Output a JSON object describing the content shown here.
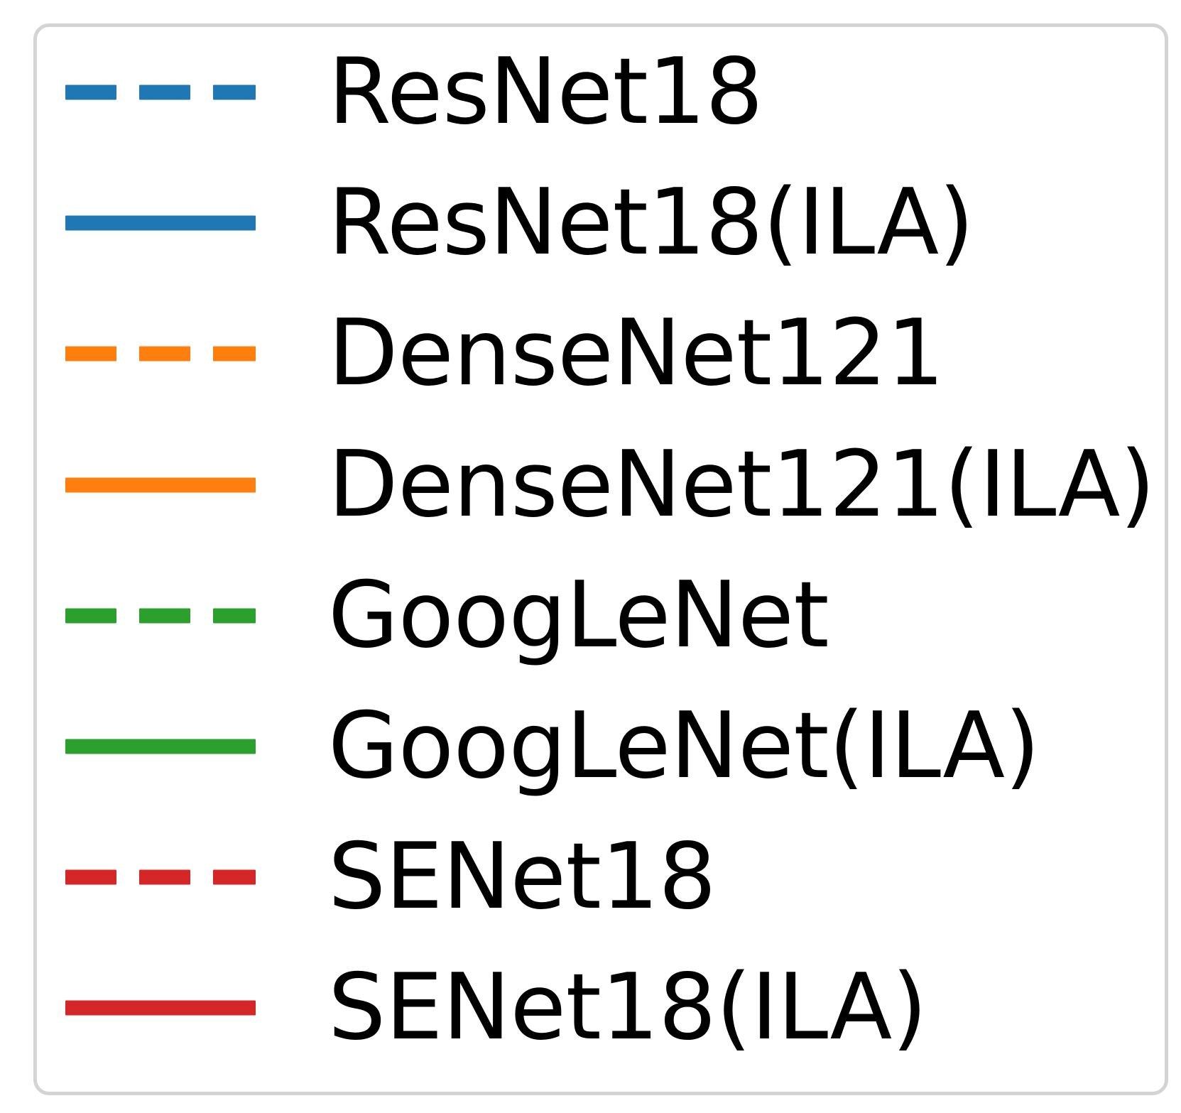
{
  "chart_data": {
    "type": "line",
    "title": "",
    "subtitle": "",
    "xlabel": "",
    "ylabel": "",
    "grid": false,
    "legend_position": "center",
    "note": "Standalone legend panel only; no plotted data points are visible in the image.",
    "legend_entries": [
      {
        "label": "ResNet18",
        "color": "#1f77b4",
        "linestyle": "dashed"
      },
      {
        "label": "ResNet18(ILA)",
        "color": "#1f77b4",
        "linestyle": "solid"
      },
      {
        "label": "DenseNet121",
        "color": "#ff7f0e",
        "linestyle": "dashed"
      },
      {
        "label": "DenseNet121(ILA)",
        "color": "#ff7f0e",
        "linestyle": "solid"
      },
      {
        "label": "GoogLeNet",
        "color": "#2ca02c",
        "linestyle": "dashed"
      },
      {
        "label": "GoogLeNet(ILA)",
        "color": "#2ca02c",
        "linestyle": "solid"
      },
      {
        "label": "SENet18",
        "color": "#d62728",
        "linestyle": "dashed"
      },
      {
        "label": "SENet18(ILA)",
        "color": "#d62728",
        "linestyle": "solid"
      }
    ],
    "series": [
      {
        "name": "ResNet18",
        "color": "#1f77b4",
        "linestyle": "dashed",
        "values": []
      },
      {
        "name": "ResNet18(ILA)",
        "color": "#1f77b4",
        "linestyle": "solid",
        "values": []
      },
      {
        "name": "DenseNet121",
        "color": "#ff7f0e",
        "linestyle": "dashed",
        "values": []
      },
      {
        "name": "DenseNet121(ILA)",
        "color": "#ff7f0e",
        "linestyle": "solid",
        "values": []
      },
      {
        "name": "GoogLeNet",
        "color": "#2ca02c",
        "linestyle": "dashed",
        "values": []
      },
      {
        "name": "GoogLeNet(ILA)",
        "color": "#2ca02c",
        "linestyle": "solid",
        "values": []
      },
      {
        "name": "SENet18",
        "color": "#d62728",
        "linestyle": "dashed",
        "values": []
      },
      {
        "name": "SENet18(ILA)",
        "color": "#d62728",
        "linestyle": "solid",
        "values": []
      }
    ]
  },
  "legend": {
    "frame_color": "#d4d4d4",
    "background_color": "#ffffff",
    "text_color": "#000000",
    "entries": [
      {
        "label": "ResNet18",
        "color": "#1f77b4",
        "linestyle": "dashed"
      },
      {
        "label": "ResNet18(ILA)",
        "color": "#1f77b4",
        "linestyle": "solid"
      },
      {
        "label": "DenseNet121",
        "color": "#ff7f0e",
        "linestyle": "dashed"
      },
      {
        "label": "DenseNet121(ILA)",
        "color": "#ff7f0e",
        "linestyle": "solid"
      },
      {
        "label": "GoogLeNet",
        "color": "#2ca02c",
        "linestyle": "dashed"
      },
      {
        "label": "GoogLeNet(ILA)",
        "color": "#2ca02c",
        "linestyle": "solid"
      },
      {
        "label": "SENet18",
        "color": "#d62728",
        "linestyle": "dashed"
      },
      {
        "label": "SENet18(ILA)",
        "color": "#d62728",
        "linestyle": "solid"
      }
    ]
  }
}
